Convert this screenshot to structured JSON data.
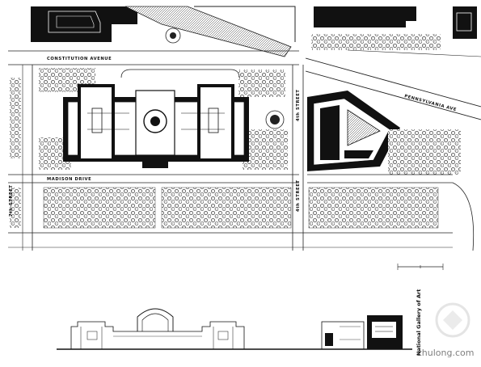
{
  "labels": {
    "constitution_avenue": "CONSTITUTION AVENUE",
    "madison_drive": "MADISON DRIVE",
    "pennsylvania_ave": "PENNSYLVANIA AVE",
    "seventh_street": "7th STREET",
    "fourth_street": "4th STREET",
    "fourth_street_north": "4th STREET",
    "caption": "National Gallery of Art",
    "watermark": "zhulong.com"
  }
}
